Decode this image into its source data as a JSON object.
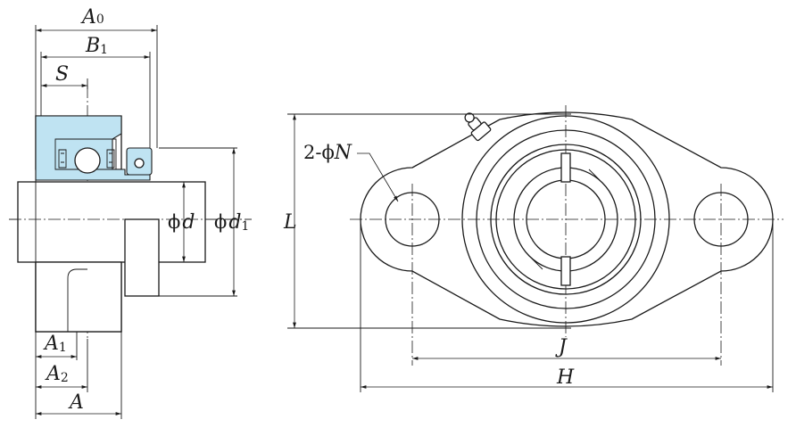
{
  "labels": {
    "A0": "A",
    "A0_sub": "0",
    "B1": "B",
    "B1_sub": "1",
    "S": "S",
    "phi_d": "ϕ",
    "d": "d",
    "phi_d1": "ϕ",
    "d1": "d",
    "d1_sub": "1",
    "A1": "A",
    "A1_sub": "1",
    "A2": "A",
    "A2_sub": "2",
    "A": "A",
    "L": "L",
    "N_prefix": "2-ϕ",
    "N": "N",
    "J": "J",
    "H": "H"
  },
  "colors": {
    "line": "#1a1a1a",
    "bearing": "#bfe3f2"
  }
}
